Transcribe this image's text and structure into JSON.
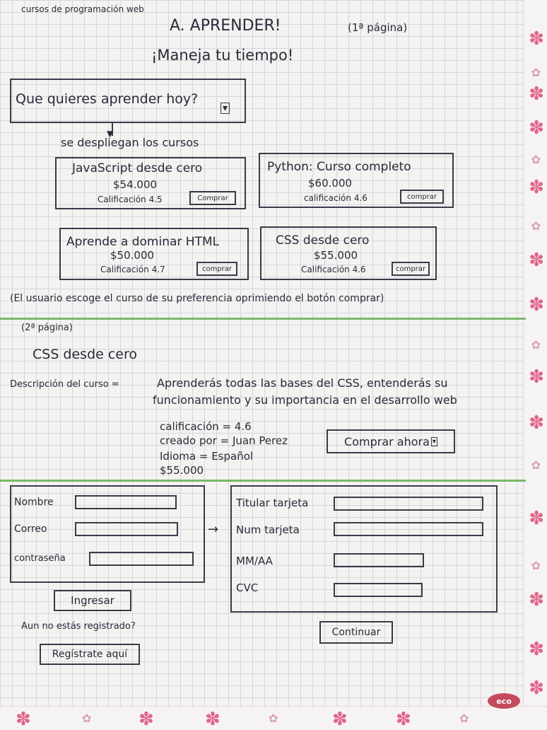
{
  "header": {
    "site_label": "cursos de programación web",
    "title": "A. APRENDER!",
    "page_marker": "(1ª página)",
    "slogan": "¡Maneja tu tiempo!"
  },
  "search": {
    "label": "Que quieres aprender hoy?",
    "dropdown_glyph": "▾"
  },
  "courses_note": "se despliegan los cursos",
  "courses": [
    {
      "title": "JavaScript desde cero",
      "price": "$54.000",
      "rating": "Calificación 4.5",
      "button": "Comprar"
    },
    {
      "title": "Python: Curso completo",
      "price": "$60.000",
      "rating": "calificación 4.6",
      "button": "comprar"
    },
    {
      "title": "Aprende a dominar HTML",
      "price": "$50.000",
      "rating": "Calificación 4.7",
      "button": "comprar"
    },
    {
      "title": "CSS desde cero",
      "price": "$55.000",
      "rating": "Calificación 4.6",
      "button": "comprar"
    }
  ],
  "choose_note": "(El usuario escoge el curso de su preferencia oprimiendo el botón comprar)",
  "page2": {
    "marker": "(2ª página)",
    "course_title": "CSS desde cero",
    "description_label": "Descripción del curso =",
    "description_line1": "Aprenderás todas las bases del CSS, entenderás su",
    "description_line2": "funcionamiento y su importancia en el desarrollo web",
    "rating": "calificación = 4.6",
    "author": "creado por = Juan Perez",
    "language": "Idioma = Español",
    "price": "$55.000",
    "buy_button": "Comprar ahora"
  },
  "login": {
    "name_label": "Nombre",
    "email_label": "Correo",
    "password_label": "contraseña",
    "login_button": "Ingresar",
    "not_registered": "Aun no estás registrado?",
    "register_button": "Regístrate aquí"
  },
  "arrow_glyph": "→",
  "payment": {
    "holder_label": "Titular tarjeta",
    "number_label": "Num tarjeta",
    "expiry_label": "MM/AA",
    "cvc_label": "CVC",
    "continue_button": "Continuar"
  },
  "logo_text": "eco",
  "colors": {
    "grid": "#d9d4dc",
    "divider": "#7ab86a",
    "ink": "#2a2a3a",
    "flower": "#e0668a"
  }
}
